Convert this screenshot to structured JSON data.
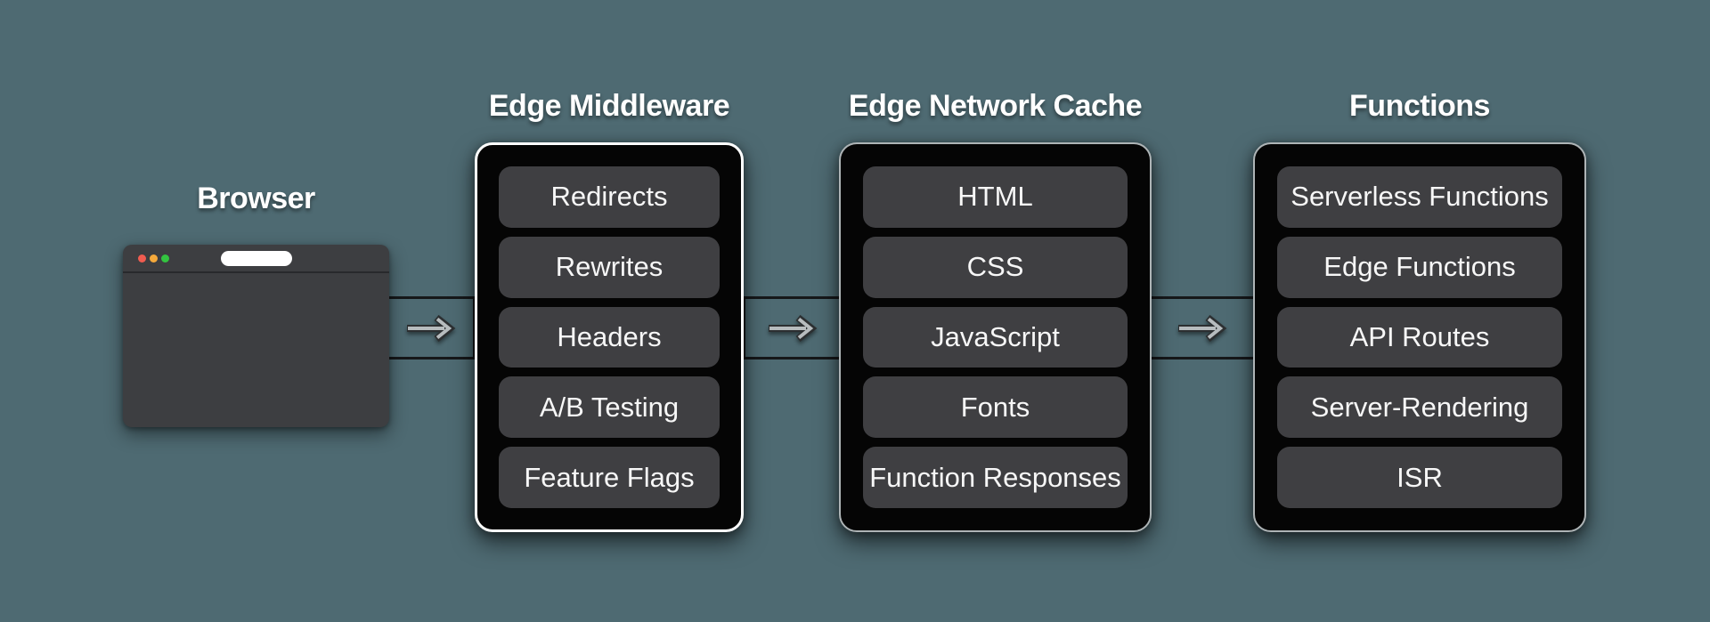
{
  "browser": {
    "title": "Browser",
    "traffic_lights": [
      {
        "name": "close-window",
        "color": "#f05c50"
      },
      {
        "name": "minimize-window",
        "color": "#f5a93b"
      },
      {
        "name": "zoom-window",
        "color": "#33c440"
      }
    ]
  },
  "stages": [
    {
      "title": "Edge Middleware",
      "highlighted": true,
      "items": [
        "Redirects",
        "Rewrites",
        "Headers",
        "A/B Testing",
        "Feature Flags"
      ]
    },
    {
      "title": "Edge Network Cache",
      "highlighted": false,
      "items": [
        "HTML",
        "CSS",
        "JavaScript",
        "Fonts",
        "Function Responses"
      ]
    },
    {
      "title": "Functions",
      "highlighted": false,
      "items": [
        "Serverless Functions",
        "Edge Functions",
        "API Routes",
        "Server-Rendering",
        "ISR"
      ]
    }
  ],
  "connectors": [
    {
      "icon": "arrow-right-icon"
    },
    {
      "icon": "arrow-right-icon"
    },
    {
      "icon": "arrow-right-icon"
    }
  ],
  "colors": {
    "background": "#4e6a72",
    "panel_bg": "#050505",
    "panel_border": "#aeb4b6",
    "panel_border_highlight": "#ffffff",
    "pill_bg": "#3f3f42",
    "pill_text": "#f7f7f7",
    "title_text": "#ffffff",
    "browser_bg": "#3d3e41",
    "arrow_fill": "#b7bcbe",
    "arrow_outline": "#2c2f31"
  }
}
